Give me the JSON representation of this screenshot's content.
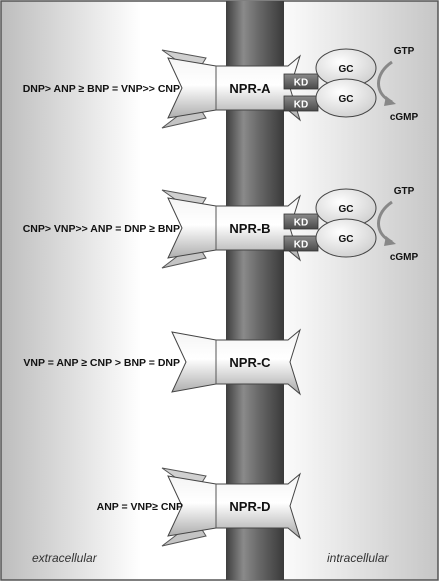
{
  "figure": {
    "region_labels": {
      "left": "extracellular",
      "right": "intracellular"
    },
    "receptors": [
      {
        "name": "NPR-A",
        "affinity": "DNP> ANP ≥ BNP = VNP>> CNP",
        "has_kinase": true,
        "kd_labels": [
          "KD",
          "KD"
        ],
        "gc_labels": [
          "GC",
          "GC"
        ],
        "substrate": "GTP",
        "product": "cGMP"
      },
      {
        "name": "NPR-B",
        "affinity": "CNP> VNP>> ANP = DNP ≥ BNP",
        "has_kinase": true,
        "kd_labels": [
          "KD",
          "KD"
        ],
        "gc_labels": [
          "GC",
          "GC"
        ],
        "substrate": "GTP",
        "product": "cGMP"
      },
      {
        "name": "NPR-C",
        "affinity": "VNP = ANP ≥ CNP > BNP = DNP",
        "has_kinase": false
      },
      {
        "name": "NPR-D",
        "affinity": "ANP = VNP≥ CNP",
        "has_kinase": false
      }
    ]
  }
}
